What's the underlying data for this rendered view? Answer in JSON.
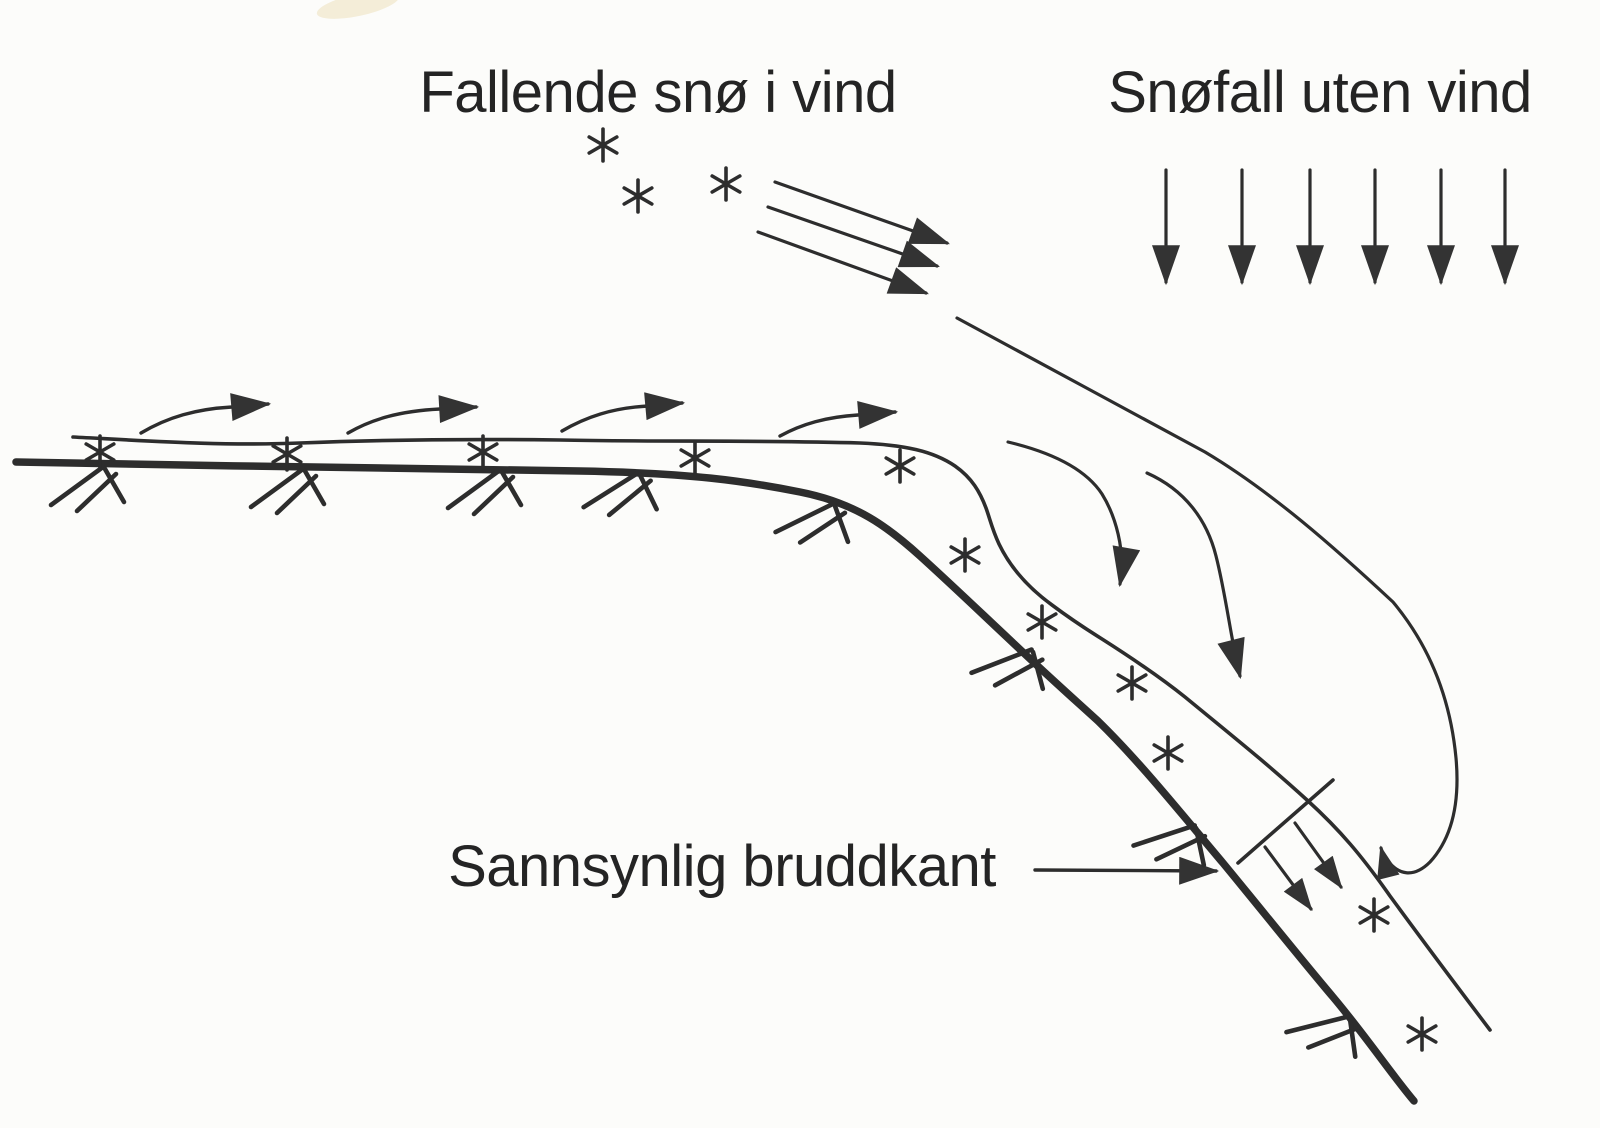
{
  "page": {
    "background": "#fcfcfa",
    "ink": "#2d2d2d",
    "text_ink": "#242424",
    "artifact_color": "#efe3c2"
  },
  "labels": {
    "wind_snow": "Fallende snø i vind",
    "calm_snow": "Snøfall uten vind",
    "fracture": "Sannsynlig bruddkant"
  },
  "icons": {
    "snowflake": "six-ray asterisk ✳",
    "arrowhead": "solid triangle ➤",
    "ground_hatch": "three-stroke ground tick",
    "eddy": "curved streamline hooking back toward slope"
  }
}
